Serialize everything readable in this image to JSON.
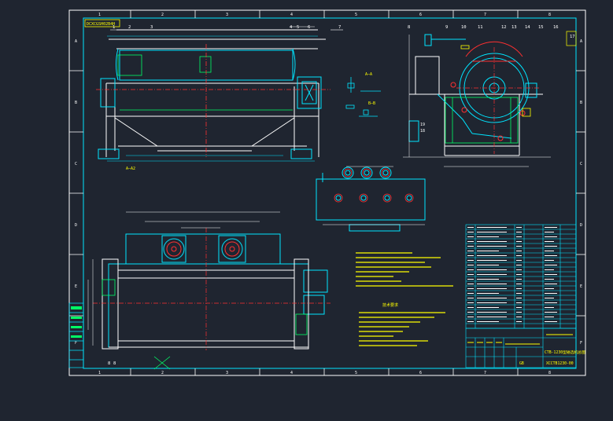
{
  "drawing": {
    "background": "#1f2530",
    "line_colors": {
      "frame": "#ffffff",
      "outline": "#00e5ff",
      "center": "#ff3030",
      "note": "#ffff00",
      "fill": "#00ff66"
    },
    "column_numbers": [
      "1",
      "2",
      "3",
      "4",
      "5",
      "6",
      "7",
      "8"
    ],
    "row_letters": [
      "A",
      "B",
      "C",
      "D",
      "E",
      "F"
    ],
    "top_left_tag": "DCXCGSH02B4H",
    "front_callouts": [
      "1",
      "2",
      "3",
      "4",
      "5",
      "6",
      "7"
    ],
    "side_callouts": [
      "8",
      "9",
      "10",
      "11",
      "12",
      "13",
      "14",
      "15",
      "16",
      "17"
    ],
    "section_labels": [
      "A—A",
      "B—B"
    ],
    "view_label": "A—A2",
    "side_left_tags": [
      "19",
      "18"
    ],
    "notes_heading": "技术要求",
    "title_block_name": "CTB-1230型磁选机总图",
    "drawing_number": "XCCTB1230-00",
    "material_label": "GB"
  }
}
